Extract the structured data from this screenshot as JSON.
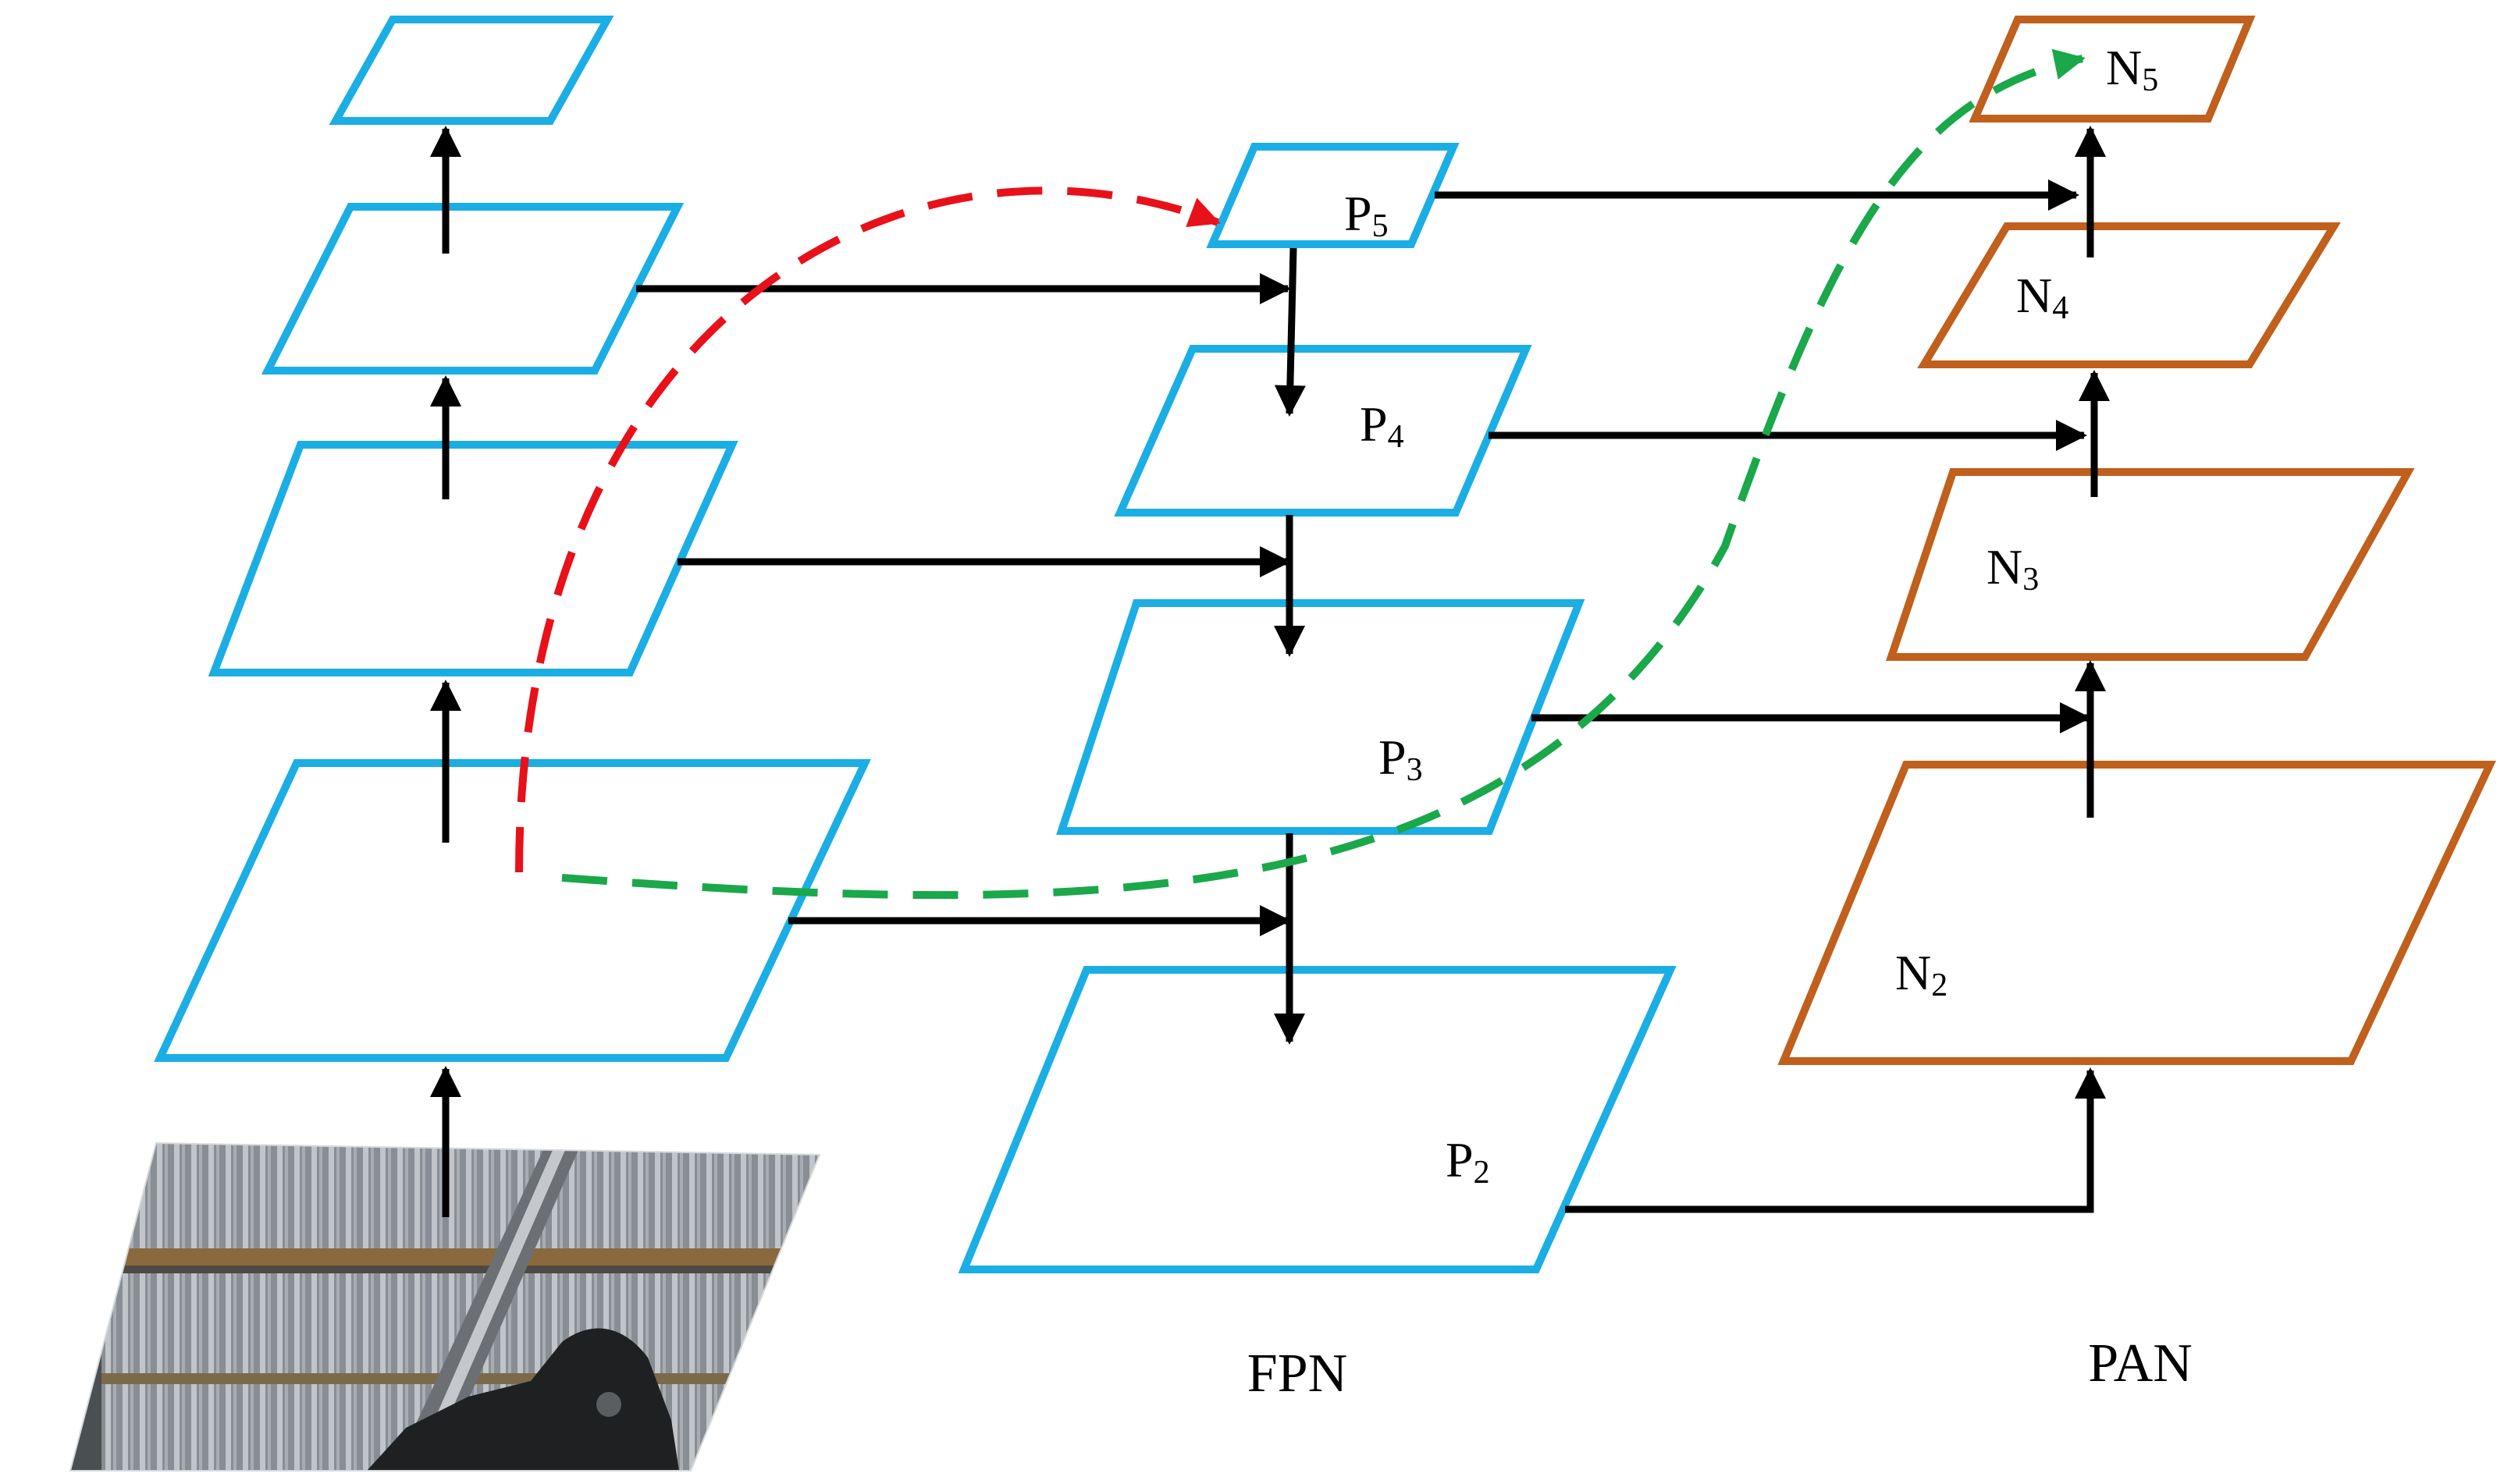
{
  "colors": {
    "backbone": "#1aaee5",
    "fpn": "#1aaee5",
    "pan": "#c0601c",
    "arrow": "#000000",
    "top_down_path": "#e8111a",
    "bottom_up_path": "#1aa84a"
  },
  "fpn": {
    "title": "FPN",
    "levels": [
      {
        "main": "P",
        "sub": "5"
      },
      {
        "main": "P",
        "sub": "4"
      },
      {
        "main": "P",
        "sub": "3"
      },
      {
        "main": "P",
        "sub": "2"
      }
    ]
  },
  "pan": {
    "title": "PAN",
    "levels": [
      {
        "main": "N",
        "sub": "5"
      },
      {
        "main": "N",
        "sub": "4"
      },
      {
        "main": "N",
        "sub": "3"
      },
      {
        "main": "N",
        "sub": "2"
      }
    ]
  },
  "input_image": {
    "icon": "steel-bar-photo"
  }
}
